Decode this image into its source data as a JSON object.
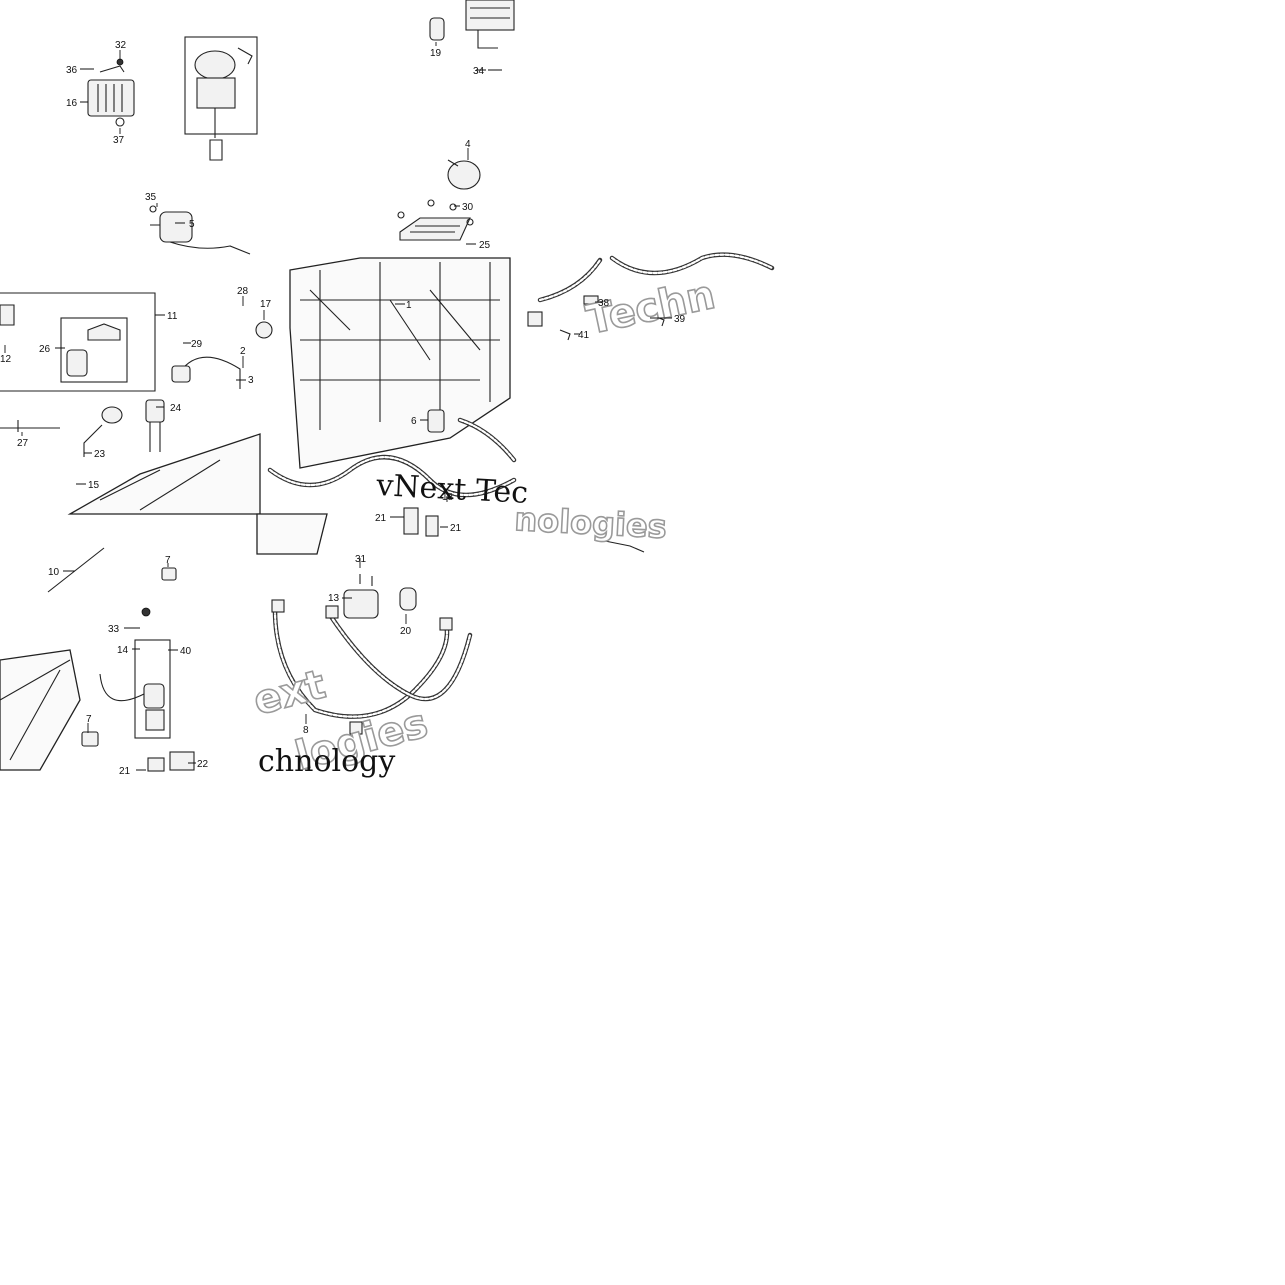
{
  "callouts": [
    {
      "id": "c32",
      "text": "32"
    },
    {
      "id": "c36",
      "text": "36"
    },
    {
      "id": "c16",
      "text": "16"
    },
    {
      "id": "c37",
      "text": "37"
    },
    {
      "id": "c19",
      "text": "19"
    },
    {
      "id": "c34",
      "text": "34"
    },
    {
      "id": "c4",
      "text": "4"
    },
    {
      "id": "c30",
      "text": "30"
    },
    {
      "id": "c25",
      "text": "25"
    },
    {
      "id": "c35",
      "text": "35"
    },
    {
      "id": "c5",
      "text": "5"
    },
    {
      "id": "c28",
      "text": "28"
    },
    {
      "id": "c17",
      "text": "17"
    },
    {
      "id": "c11",
      "text": "11"
    },
    {
      "id": "c12",
      "text": "12"
    },
    {
      "id": "c26",
      "text": "26"
    },
    {
      "id": "c29",
      "text": "29"
    },
    {
      "id": "c2",
      "text": "2"
    },
    {
      "id": "c3",
      "text": "3"
    },
    {
      "id": "c1",
      "text": "1"
    },
    {
      "id": "c38",
      "text": "38"
    },
    {
      "id": "c39",
      "text": "39"
    },
    {
      "id": "c41",
      "text": "41"
    },
    {
      "id": "c24",
      "text": "24"
    },
    {
      "id": "c27",
      "text": "27"
    },
    {
      "id": "c6",
      "text": "6"
    },
    {
      "id": "c23",
      "text": "23"
    },
    {
      "id": "c15",
      "text": "15"
    },
    {
      "id": "c18",
      "text": "18"
    },
    {
      "id": "c21a",
      "text": "21"
    },
    {
      "id": "c21b",
      "text": "21"
    },
    {
      "id": "c10",
      "text": "10"
    },
    {
      "id": "c7a",
      "text": "7"
    },
    {
      "id": "c31",
      "text": "31"
    },
    {
      "id": "c13",
      "text": "13"
    },
    {
      "id": "c20",
      "text": "20"
    },
    {
      "id": "c33",
      "text": "33"
    },
    {
      "id": "c14",
      "text": "14"
    },
    {
      "id": "c40",
      "text": "40"
    },
    {
      "id": "c7b",
      "text": "7"
    },
    {
      "id": "c22",
      "text": "22"
    },
    {
      "id": "c21c",
      "text": "21"
    },
    {
      "id": "c8",
      "text": "8"
    }
  ],
  "watermarks": {
    "tech_outline": "Techn",
    "vnext_serif": "vNext Tec",
    "nologies_outline": "nologies",
    "next_outline": "ext",
    "logies_outline": "logies",
    "chnology_serif": "chnology"
  }
}
